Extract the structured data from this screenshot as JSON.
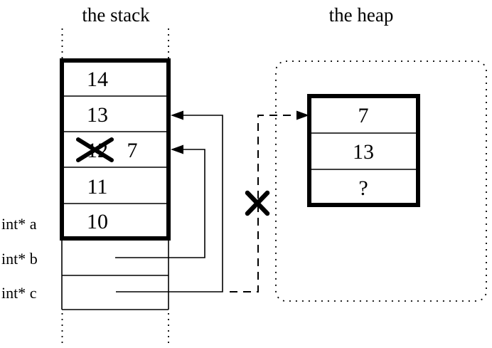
{
  "colors": {
    "background": "#ffffff",
    "line": "#000000"
  },
  "stack": {
    "title": "the stack",
    "cells": [
      "14",
      "13",
      "12",
      "11",
      "10"
    ],
    "overwrite": {
      "crossed_out_value": "12",
      "new_value": "7"
    },
    "pointers": [
      {
        "label": "int* a"
      },
      {
        "label": "int* b"
      },
      {
        "label": "int* c"
      }
    ]
  },
  "heap": {
    "title": "the heap",
    "cells": [
      "7",
      "13",
      "?"
    ]
  }
}
